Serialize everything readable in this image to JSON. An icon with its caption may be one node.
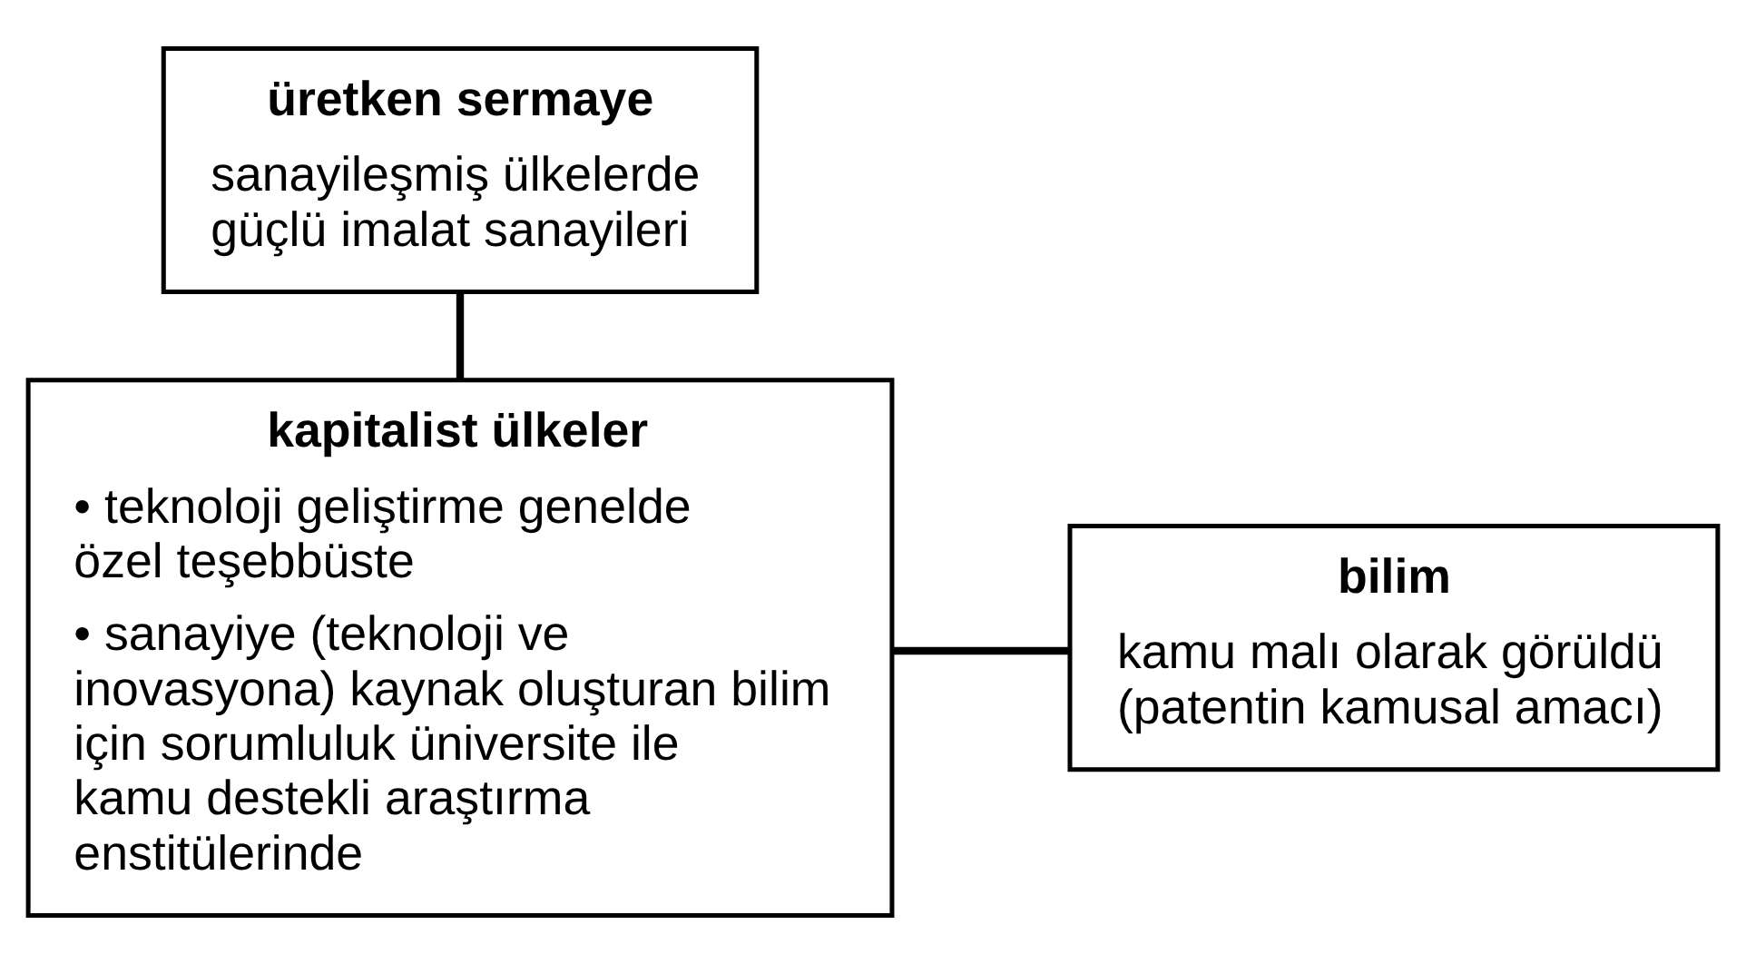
{
  "diagram": {
    "nodes": [
      {
        "text": [
          "üretken sermaye",
          "sanayileşmiş ülkelerde güçlü imalat sanayileri"
        ]
      },
      {
        "text": [
          "kapitalist ülkeler",
          "• teknoloji geliştirme genelde özel teşebbüste",
          "• sanayiye (teknoloji ve inovasyona) kaynak oluşturan bilim için sorumluluk üniversite ile kamu destekli araştırma enstitülerinde"
        ]
      },
      {
        "text": [
          "bilim",
          "kamu malı olarak görüldü (patentin kamusal amacı)"
        ]
      }
    ],
    "edges": [
      {
        "from": 0,
        "to": 1,
        "arrow": "none"
      },
      {
        "from": 1,
        "to": 2,
        "arrow": "none"
      }
    ]
  }
}
